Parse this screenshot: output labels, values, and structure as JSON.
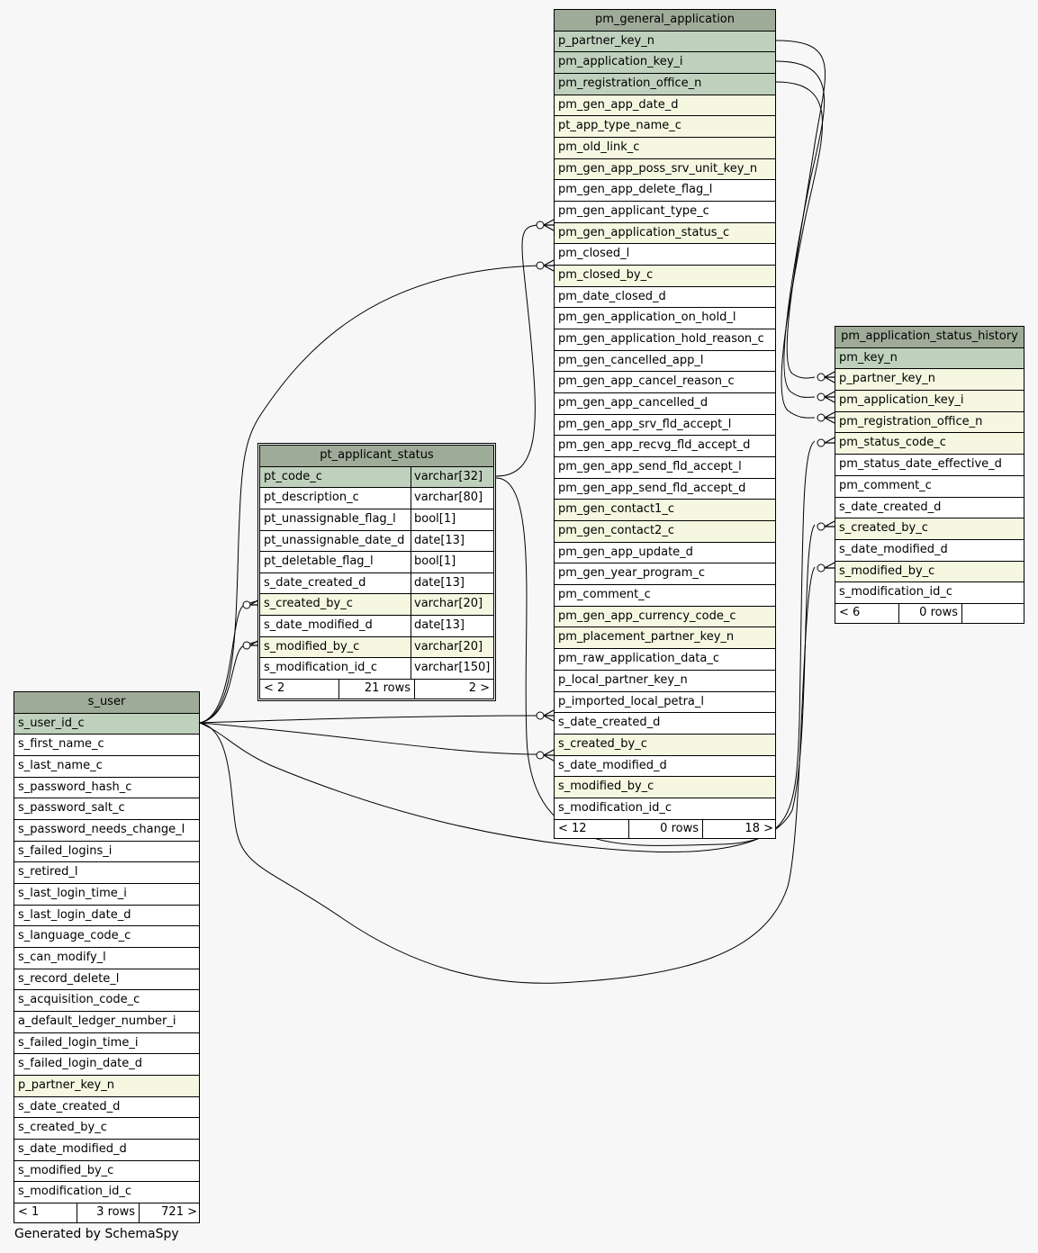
{
  "tables": [
    {
      "name": "pm_general_application",
      "columns": [
        {
          "name": "p_partner_key_n",
          "kind": "pk"
        },
        {
          "name": "pm_application_key_i",
          "kind": "pk"
        },
        {
          "name": "pm_registration_office_n",
          "kind": "pk"
        },
        {
          "name": "pm_gen_app_date_d",
          "kind": "fk"
        },
        {
          "name": "pt_app_type_name_c",
          "kind": "fk"
        },
        {
          "name": "pm_old_link_c",
          "kind": "fk"
        },
        {
          "name": "pm_gen_app_poss_srv_unit_key_n",
          "kind": "fk"
        },
        {
          "name": "pm_gen_app_delete_flag_l",
          "kind": "plain"
        },
        {
          "name": "pm_gen_applicant_type_c",
          "kind": "plain"
        },
        {
          "name": "pm_gen_application_status_c",
          "kind": "fk"
        },
        {
          "name": "pm_closed_l",
          "kind": "plain"
        },
        {
          "name": "pm_closed_by_c",
          "kind": "fk"
        },
        {
          "name": "pm_date_closed_d",
          "kind": "plain"
        },
        {
          "name": "pm_gen_application_on_hold_l",
          "kind": "plain"
        },
        {
          "name": "pm_gen_application_hold_reason_c",
          "kind": "plain"
        },
        {
          "name": "pm_gen_cancelled_app_l",
          "kind": "plain"
        },
        {
          "name": "pm_gen_app_cancel_reason_c",
          "kind": "plain"
        },
        {
          "name": "pm_gen_app_cancelled_d",
          "kind": "plain"
        },
        {
          "name": "pm_gen_app_srv_fld_accept_l",
          "kind": "plain"
        },
        {
          "name": "pm_gen_app_recvg_fld_accept_d",
          "kind": "plain"
        },
        {
          "name": "pm_gen_app_send_fld_accept_l",
          "kind": "plain"
        },
        {
          "name": "pm_gen_app_send_fld_accept_d",
          "kind": "plain"
        },
        {
          "name": "pm_gen_contact1_c",
          "kind": "fk"
        },
        {
          "name": "pm_gen_contact2_c",
          "kind": "fk"
        },
        {
          "name": "pm_gen_app_update_d",
          "kind": "plain"
        },
        {
          "name": "pm_gen_year_program_c",
          "kind": "plain"
        },
        {
          "name": "pm_comment_c",
          "kind": "plain"
        },
        {
          "name": "pm_gen_app_currency_code_c",
          "kind": "fk"
        },
        {
          "name": "pm_placement_partner_key_n",
          "kind": "fk"
        },
        {
          "name": "pm_raw_application_data_c",
          "kind": "plain"
        },
        {
          "name": "p_local_partner_key_n",
          "kind": "plain"
        },
        {
          "name": "p_imported_local_petra_l",
          "kind": "plain"
        },
        {
          "name": "s_date_created_d",
          "kind": "plain"
        },
        {
          "name": "s_created_by_c",
          "kind": "fk"
        },
        {
          "name": "s_date_modified_d",
          "kind": "plain"
        },
        {
          "name": "s_modified_by_c",
          "kind": "fk"
        },
        {
          "name": "s_modification_id_c",
          "kind": "plain"
        }
      ],
      "footer": [
        "< 12",
        "0 rows",
        "18 >"
      ]
    },
    {
      "name": "pm_application_status_history",
      "columns": [
        {
          "name": "pm_key_n",
          "kind": "pk"
        },
        {
          "name": "p_partner_key_n",
          "kind": "fk"
        },
        {
          "name": "pm_application_key_i",
          "kind": "fk"
        },
        {
          "name": "pm_registration_office_n",
          "kind": "fk"
        },
        {
          "name": "pm_status_code_c",
          "kind": "fk"
        },
        {
          "name": "pm_status_date_effective_d",
          "kind": "plain"
        },
        {
          "name": "pm_comment_c",
          "kind": "plain"
        },
        {
          "name": "s_date_created_d",
          "kind": "plain"
        },
        {
          "name": "s_created_by_c",
          "kind": "fk"
        },
        {
          "name": "s_date_modified_d",
          "kind": "plain"
        },
        {
          "name": "s_modified_by_c",
          "kind": "fk"
        },
        {
          "name": "s_modification_id_c",
          "kind": "plain"
        }
      ],
      "footer": [
        "< 6",
        "0 rows",
        ""
      ]
    },
    {
      "name": "pt_applicant_status",
      "columns": [
        {
          "name": "pt_code_c",
          "type": "varchar[32]",
          "kind": "pk"
        },
        {
          "name": "pt_description_c",
          "type": "varchar[80]",
          "kind": "plain"
        },
        {
          "name": "pt_unassignable_flag_l",
          "type": "bool[1]",
          "kind": "plain"
        },
        {
          "name": "pt_unassignable_date_d",
          "type": "date[13]",
          "kind": "plain"
        },
        {
          "name": "pt_deletable_flag_l",
          "type": "bool[1]",
          "kind": "plain"
        },
        {
          "name": "s_date_created_d",
          "type": "date[13]",
          "kind": "plain"
        },
        {
          "name": "s_created_by_c",
          "type": "varchar[20]",
          "kind": "fk"
        },
        {
          "name": "s_date_modified_d",
          "type": "date[13]",
          "kind": "plain"
        },
        {
          "name": "s_modified_by_c",
          "type": "varchar[20]",
          "kind": "fk"
        },
        {
          "name": "s_modification_id_c",
          "type": "varchar[150]",
          "kind": "plain"
        }
      ],
      "footer": [
        "< 2",
        "21 rows",
        "2 >"
      ]
    },
    {
      "name": "s_user",
      "columns": [
        {
          "name": "s_user_id_c",
          "kind": "pk"
        },
        {
          "name": "s_first_name_c",
          "kind": "plain"
        },
        {
          "name": "s_last_name_c",
          "kind": "plain"
        },
        {
          "name": "s_password_hash_c",
          "kind": "plain"
        },
        {
          "name": "s_password_salt_c",
          "kind": "plain"
        },
        {
          "name": "s_password_needs_change_l",
          "kind": "plain"
        },
        {
          "name": "s_failed_logins_i",
          "kind": "plain"
        },
        {
          "name": "s_retired_l",
          "kind": "plain"
        },
        {
          "name": "s_last_login_time_i",
          "kind": "plain"
        },
        {
          "name": "s_last_login_date_d",
          "kind": "plain"
        },
        {
          "name": "s_language_code_c",
          "kind": "plain"
        },
        {
          "name": "s_can_modify_l",
          "kind": "plain"
        },
        {
          "name": "s_record_delete_l",
          "kind": "plain"
        },
        {
          "name": "s_acquisition_code_c",
          "kind": "plain"
        },
        {
          "name": "a_default_ledger_number_i",
          "kind": "plain"
        },
        {
          "name": "s_failed_login_time_i",
          "kind": "plain"
        },
        {
          "name": "s_failed_login_date_d",
          "kind": "plain"
        },
        {
          "name": "p_partner_key_n",
          "kind": "fk"
        },
        {
          "name": "s_date_created_d",
          "kind": "plain"
        },
        {
          "name": "s_created_by_c",
          "kind": "plain"
        },
        {
          "name": "s_date_modified_d",
          "kind": "plain"
        },
        {
          "name": "s_modified_by_c",
          "kind": "plain"
        },
        {
          "name": "s_modification_id_c",
          "kind": "plain"
        }
      ],
      "footer": [
        "< 1",
        "3 rows",
        "721 >"
      ]
    }
  ],
  "caption": "Generated by SchemaSpy",
  "colors": {
    "background": "#f7f7f7",
    "title": "#9eab98",
    "primary_key": "#bfd1bd",
    "foreign_key": "#f5f7e1",
    "plain": "#ffffff"
  }
}
